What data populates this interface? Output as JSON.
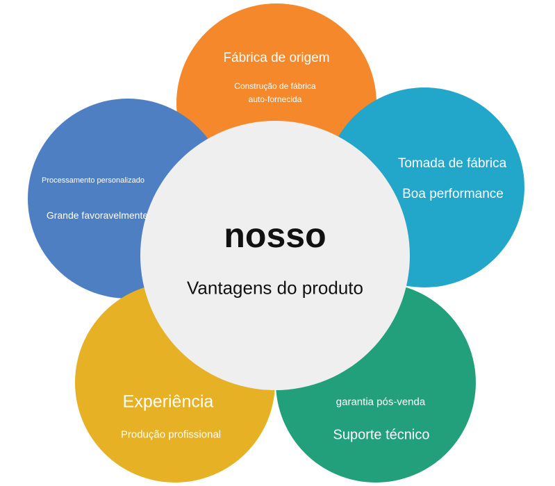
{
  "center": {
    "title": "nosso",
    "subtitle": "Vantagens do produto"
  },
  "petals": {
    "top": {
      "title": "Fábrica de origem",
      "line1": "Construção de fábrica",
      "line2": "auto-fornecida",
      "color": "#f5882b"
    },
    "right": {
      "title": "Tomada de fábrica",
      "subtitle": "Boa performance",
      "color": "#22a6c9"
    },
    "bottom_right": {
      "title": "garantia pós-venda",
      "subtitle": "Suporte técnico",
      "color": "#21a07b"
    },
    "bottom_left": {
      "title": "Experiência",
      "subtitle": "Produção profissional",
      "color": "#e7b126"
    },
    "left": {
      "title": "Processamento personalizado",
      "subtitle": "Grande favoravelmente",
      "color": "#4f7fc3"
    }
  },
  "colors": {
    "center_fill": "#efefef",
    "text_light": "#ffffff",
    "text_dark": "#111111"
  }
}
